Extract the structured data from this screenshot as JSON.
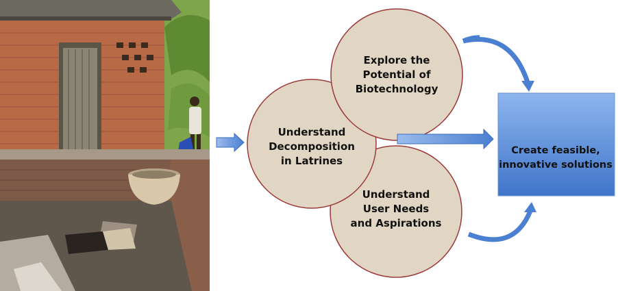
{
  "diagram": {
    "photo_top_alt": "",
    "photo_bottom_alt": "",
    "nodes": {
      "explore": {
        "lines": [
          "Explore the",
          "Potential of",
          "Biotechnology"
        ],
        "fill": "#e1d6c3",
        "stroke": "#9b3a3a"
      },
      "decomposition": {
        "lines": [
          "Understand",
          "Decomposition",
          "in Latrines"
        ],
        "fill": "#e1d6c3",
        "stroke": "#9b3a3a"
      },
      "user_needs": {
        "lines": [
          "Understand",
          "User Needs",
          "and Aspirations"
        ],
        "fill": "#e1d6c3",
        "stroke": "#9b3a3a"
      }
    },
    "result_box": {
      "lines": [
        "Create feasible,",
        "innovative solutions"
      ],
      "fill": "#5b8fd7"
    },
    "arrow_color": "#4a7fd1"
  }
}
